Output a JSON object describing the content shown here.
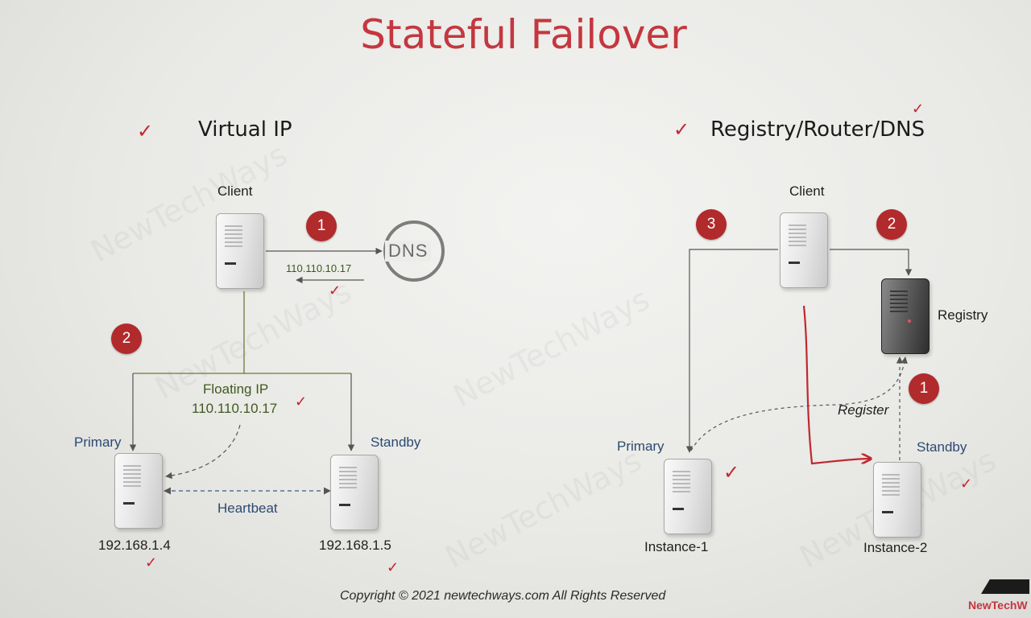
{
  "title": "Stateful Failover",
  "left": {
    "heading": "Virtual IP",
    "client_label": "Client",
    "dns_label": "DNS",
    "dns_response_ip": "110.110.10.17",
    "floating_ip_label": "Floating IP",
    "floating_ip_value": "110.110.10.17",
    "primary_label": "Primary",
    "standby_label": "Standby",
    "heartbeat_label": "Heartbeat",
    "primary_ip": "192.168.1.4",
    "standby_ip": "192.168.1.5",
    "badges": [
      "1",
      "2"
    ]
  },
  "right": {
    "heading": "Registry/Router/DNS",
    "client_label": "Client",
    "registry_label": "Registry",
    "register_label": "Register",
    "primary_label": "Primary",
    "standby_label": "Standby",
    "instance1_label": "Instance-1",
    "instance2_label": "Instance-2",
    "badges": [
      "3",
      "2",
      "1"
    ]
  },
  "check_mark": "✓",
  "watermark": "NewTechWays",
  "copyright": "Copyright © 2021 newtechways.com All Rights Reserved",
  "logo": "NewTechW",
  "colors": {
    "title": "#c4373f",
    "badge": "#b12a2c",
    "check": "#c0282f",
    "connector": "#6a6a6a",
    "annotation": "#c0282f"
  }
}
